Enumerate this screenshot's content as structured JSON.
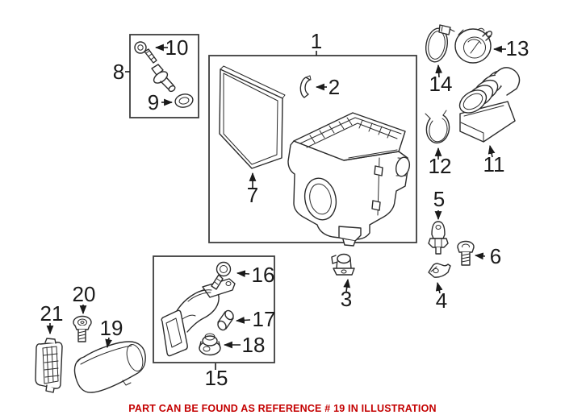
{
  "diagram": {
    "callouts": {
      "n1": "1",
      "n2": "2",
      "n3": "3",
      "n4": "4",
      "n5": "5",
      "n6": "6",
      "n7": "7",
      "n8": "8",
      "n9": "9",
      "n10": "10",
      "n11": "11",
      "n12": "12",
      "n13": "13",
      "n14": "14",
      "n15": "15",
      "n16": "16",
      "n17": "17",
      "n18": "18",
      "n19": "19",
      "n20": "20",
      "n21": "21"
    }
  },
  "caption": {
    "text": "PART CAN BE FOUND AS REFERENCE # 19 IN ILLUSTRATION",
    "color": "#c40000"
  },
  "colors": {
    "background": "#ffffff",
    "line_art": "#2b2b2b",
    "group_box_border": "#3d3d3d",
    "callout_label": "#1a1a1a"
  }
}
